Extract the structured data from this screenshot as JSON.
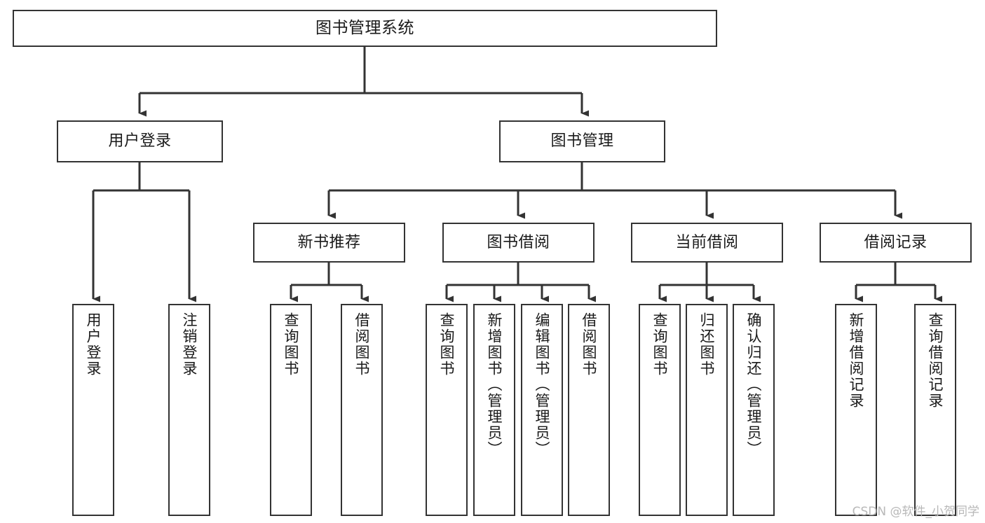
{
  "diagram": {
    "title": "图书管理系统",
    "type": "tree-hierarchy-chart",
    "colors": {
      "border": "#333333",
      "background": "#ffffff",
      "text": "#1a1a1a",
      "connector": "#333333",
      "watermark": "#b8b8b8"
    },
    "watermark": "CSDN @软件_小贺同学",
    "levels": {
      "root": {
        "label": "图书管理系统"
      },
      "level2": [
        {
          "id": "user-login",
          "label": "用户登录"
        },
        {
          "id": "book-management",
          "label": "图书管理"
        }
      ],
      "level3": [
        {
          "id": "new-book-recommend",
          "label": "新书推荐",
          "parent": "book-management"
        },
        {
          "id": "book-borrow",
          "label": "图书借阅",
          "parent": "book-management"
        },
        {
          "id": "current-borrow",
          "label": "当前借阅",
          "parent": "book-management"
        },
        {
          "id": "borrow-record",
          "label": "借阅记录",
          "parent": "book-management"
        }
      ],
      "leaves": {
        "user-login": [
          {
            "id": "leaf-user-login",
            "label": "用户登录"
          },
          {
            "id": "leaf-user-logout",
            "label": "注销登录"
          }
        ],
        "new-book-recommend": [
          {
            "id": "leaf-query-book-1",
            "label": "查询图书"
          },
          {
            "id": "leaf-borrow-book-1",
            "label": "借阅图书"
          }
        ],
        "book-borrow": [
          {
            "id": "leaf-query-book-2",
            "label": "查询图书"
          },
          {
            "id": "leaf-add-book",
            "label": "新增图书（管理员）"
          },
          {
            "id": "leaf-edit-book",
            "label": "编辑图书（管理员）"
          },
          {
            "id": "leaf-borrow-book-2",
            "label": "借阅图书"
          }
        ],
        "current-borrow": [
          {
            "id": "leaf-query-book-3",
            "label": "查询图书"
          },
          {
            "id": "leaf-return-book",
            "label": "归还图书"
          },
          {
            "id": "leaf-confirm-return",
            "label": "确认归还（管理员）"
          }
        ],
        "borrow-record": [
          {
            "id": "leaf-add-record",
            "label": "新增借阅记录"
          },
          {
            "id": "leaf-query-record",
            "label": "查询借阅记录"
          }
        ]
      }
    }
  }
}
